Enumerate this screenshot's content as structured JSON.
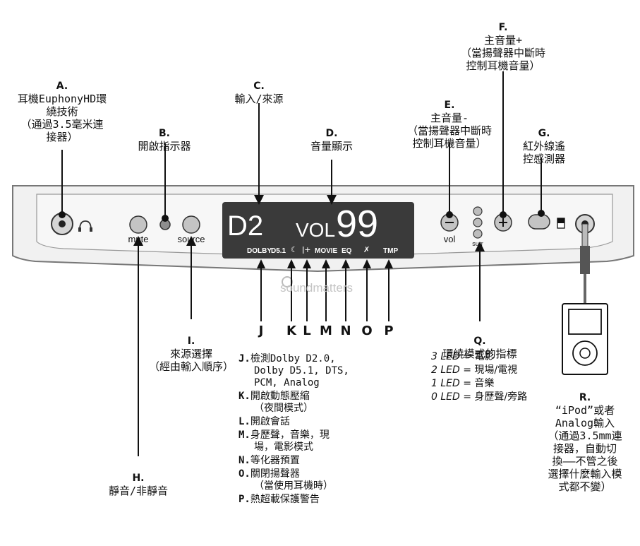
{
  "labels": {
    "A": {
      "letter": "A.",
      "text": "耳機EuphonyHD環\n繞技術\n（通過3.5毫米連\n接器）"
    },
    "B": {
      "letter": "B.",
      "text": "開啟指示器"
    },
    "C": {
      "letter": "C.",
      "text": "輸入/來源"
    },
    "D": {
      "letter": "D.",
      "text": "音量顯示"
    },
    "E": {
      "letter": "E.",
      "text": "主音量-\n（當揚聲器中斷時\n控制耳機音量）"
    },
    "F": {
      "letter": "F.",
      "text": "主音量+\n（當揚聲器中斷時\n控制耳機音量）"
    },
    "G": {
      "letter": "G.",
      "text": "紅外線遙\n控感測器"
    },
    "H": {
      "letter": "H.",
      "text": "靜音/非靜音"
    },
    "I": {
      "letter": "I.",
      "text": "來源選擇\n（經由輸入順序）"
    },
    "Q": {
      "letter": "Q.",
      "text": "環繞模式的指標"
    },
    "R": {
      "letter": "R.",
      "text": "“iPod”或者\nAnalog輸入\n（通過3.5mm連\n接器，自動切\n換——不管之後\n選擇什麼輸入模\n式都不變）"
    }
  },
  "bottom_letters": [
    "J",
    "K",
    "L",
    "M",
    "N",
    "O",
    "P"
  ],
  "descriptions": [
    {
      "key": "J.",
      "text": "檢測Dolby D2.0,",
      "cont": "Dolby D5.1, DTS,\nPCM, Analog"
    },
    {
      "key": "K.",
      "text": "開啟動態壓縮",
      "cont": "（夜間模式）"
    },
    {
      "key": "L.",
      "text": "開啟會話",
      "cont": ""
    },
    {
      "key": "M.",
      "text": "身歷聲，音樂，現",
      "cont": "場，電影模式"
    },
    {
      "key": "N.",
      "text": "等化器預置",
      "cont": ""
    },
    {
      "key": "O.",
      "text": "關閉揚聲器",
      "cont": "（當使用耳機時）"
    },
    {
      "key": "P.",
      "text": "熱超載保護警告",
      "cont": ""
    }
  ],
  "surround": [
    {
      "led": "3 LED",
      "eq": " = 電影"
    },
    {
      "led": "2 LED",
      "eq": " = 現場/電視"
    },
    {
      "led": "1 LED",
      "eq": " = 音樂"
    },
    {
      "led": "0 LED",
      "eq": " = 身歷聲/旁路"
    }
  ],
  "device": {
    "mute_label": "mute",
    "source_label": "source",
    "vol_label": "vol",
    "surr_label": "surr",
    "display_main": "D2",
    "display_vol": "VOL",
    "display_num": "99",
    "display_indicators": [
      "DOLBY",
      "D5.1",
      "MOVIE",
      "EQ",
      "TMP"
    ],
    "brand": "soundmatters"
  },
  "colors": {
    "panel": "#eeeeee",
    "display": "#3a3a3a",
    "button": "#bdbdbd",
    "line": "#111111"
  }
}
